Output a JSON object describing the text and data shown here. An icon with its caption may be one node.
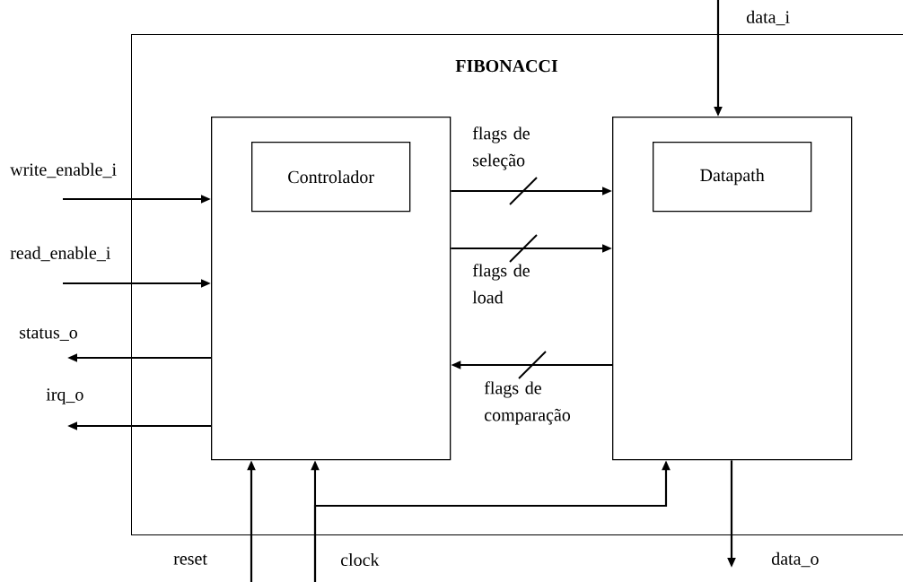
{
  "diagram": {
    "nodes": [
      {
        "text": [
          "FIBONACCI"
        ]
      },
      {
        "text": [],
        "shape": "box",
        "in": 0
      },
      {
        "text": [
          "Controlador"
        ],
        "in": 1
      },
      {
        "text": [],
        "shape": "box",
        "in": 0
      },
      {
        "text": [
          "Datapath"
        ],
        "in": 3
      }
    ],
    "edges": [
      {
        "from": null,
        "to": 1,
        "arrow": "to",
        "label": "write_enable_i"
      },
      {
        "from": null,
        "to": 1,
        "arrow": "to",
        "label": "read_enable_i"
      },
      {
        "from": 1,
        "to": null,
        "arrow": "to",
        "label": "status_o"
      },
      {
        "from": 1,
        "to": null,
        "arrow": "to",
        "label": "irq_o"
      },
      {
        "from": 1,
        "to": 3,
        "arrow": "to",
        "label": "flags de seleção"
      },
      {
        "from": 1,
        "to": 3,
        "arrow": "to",
        "label": "flags de load"
      },
      {
        "from": 3,
        "to": 1,
        "arrow": "to",
        "label": "flags de comparação"
      },
      {
        "from": null,
        "to": 1,
        "arrow": "to",
        "label": "reset"
      },
      {
        "from": null,
        "to": 1,
        "arrow": "to",
        "label": "clock"
      },
      {
        "from": null,
        "to": 3,
        "arrow": "to"
      },
      {
        "from": null,
        "to": 3,
        "arrow": "to",
        "label": "data_i"
      },
      {
        "from": 3,
        "to": null,
        "arrow": "to",
        "label": "data_o"
      }
    ]
  }
}
